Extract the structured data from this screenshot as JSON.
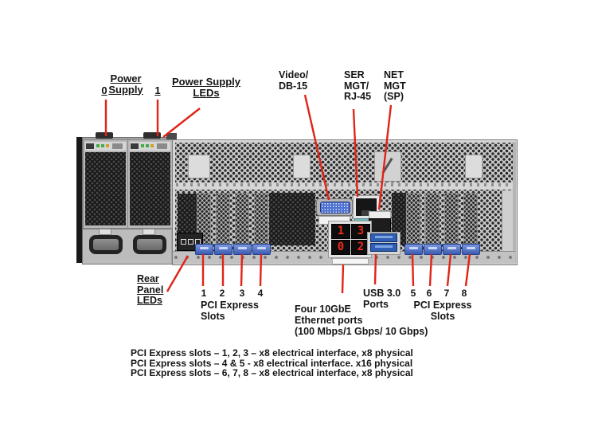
{
  "colors": {
    "callout_line": "#e02417",
    "pci_latch_blue": "#4f74c8",
    "usb_port_blue": "#2f5fb5",
    "ethernet_digit_red": "#ee2c1c",
    "ser_mgt_label_teal": "#76b7bb"
  },
  "callouts": {
    "power_supply": {
      "title": "Power Supply",
      "psu0": "0",
      "psu1": "1"
    },
    "power_supply_leds": {
      "line1": "Power Supply",
      "line2": "LEDs"
    },
    "video": {
      "line1": "Video/",
      "line2": "DB-15"
    },
    "ser_mgt": {
      "line1": "SER",
      "line2": "MGT/",
      "line3": "RJ-45"
    },
    "net_mgt": {
      "line1": "NET",
      "line2": "MGT",
      "line3": "(SP)"
    },
    "rear_panel_leds": {
      "line1": "Rear",
      "line2": "Panel",
      "line3": "LEDs"
    },
    "pci_slots_left": {
      "numbers": [
        "1",
        "2",
        "3",
        "4"
      ],
      "label_line1": "PCI Express",
      "label_line2": "Slots"
    },
    "ethernet_ports": {
      "line1": "Four 10GbE",
      "line2": "Ethernet ports",
      "line3": "(100 Mbps/1 Gbps/ 10 Gbps)"
    },
    "usb_ports": {
      "line1": "USB 3.0",
      "line2": "Ports"
    },
    "pci_slots_right": {
      "numbers": [
        "5",
        "6",
        "7",
        "8"
      ],
      "label_line1": "PCI Express",
      "label_line2": "Slots"
    }
  },
  "ethernet_port_digits": [
    "1",
    "3",
    "0",
    "2"
  ],
  "footnotes": [
    "PCI Express slots – 1, 2, 3 – x8 electrical interface, x8 physical",
    "PCI Express slots – 4 & 5 - x8 electrical interface. x16 physical",
    "PCI Express slots – 6, 7, 8  – x8 electrical interface, x8 physical"
  ]
}
